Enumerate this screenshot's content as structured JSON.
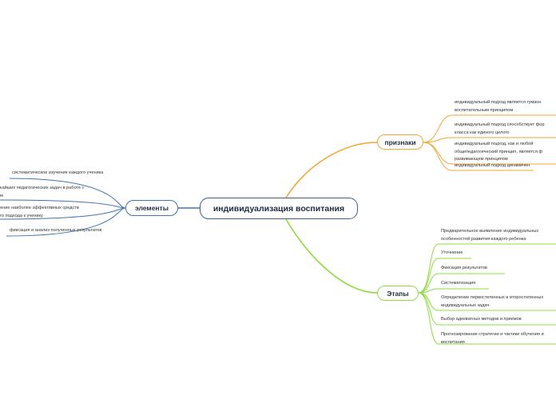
{
  "central": "индивидуализация воспитания",
  "branches": {
    "elements": {
      "label": "элементы",
      "color": "#3f74b3",
      "items": [
        {
          "lines": [
            "систематическое изучение каждого ученика"
          ]
        },
        {
          "lines": [
            "кайших педагогических задач в работе с",
            "м"
          ]
        },
        {
          "lines": [
            "ение наиболее эффективных средств",
            "го подхода к ученику"
          ]
        },
        {
          "lines": [
            "фиксация и анализ полученных результатов"
          ]
        }
      ]
    },
    "signs": {
      "label": "признаки",
      "color": "#f0a733",
      "items": [
        {
          "lines": [
            "индивидуальный подход является гуманн",
            "воспитательным принципом"
          ]
        },
        {
          "lines": [
            "индивидуальный подход способствует фор",
            "класса как единого целого"
          ]
        },
        {
          "lines": [
            "индивидуальный подход, как и любой",
            "общепедагогический принцип, является ф",
            "развивающем принципом"
          ]
        },
        {
          "lines": [
            "индивидуальный подход динамичен"
          ]
        }
      ]
    },
    "stages": {
      "label": "Этапы",
      "color": "#8fdb3e",
      "items": [
        {
          "lines": [
            "Предварительное выявление индивидуальных",
            "особенностей развития каждого ребенка"
          ]
        },
        {
          "lines": [
            "Уточнение"
          ]
        },
        {
          "lines": [
            "Фиксация результатов"
          ]
        },
        {
          "lines": [
            "Систематизация"
          ]
        },
        {
          "lines": [
            "Определение первостепенных и второстепенных",
            "индивидуальных задач"
          ]
        },
        {
          "lines": [
            "Выбор адекватных методов и приемов"
          ]
        },
        {
          "lines": [
            "Прогнозирование стратегии и тактики обучения и",
            "воспитания"
          ]
        }
      ]
    }
  }
}
